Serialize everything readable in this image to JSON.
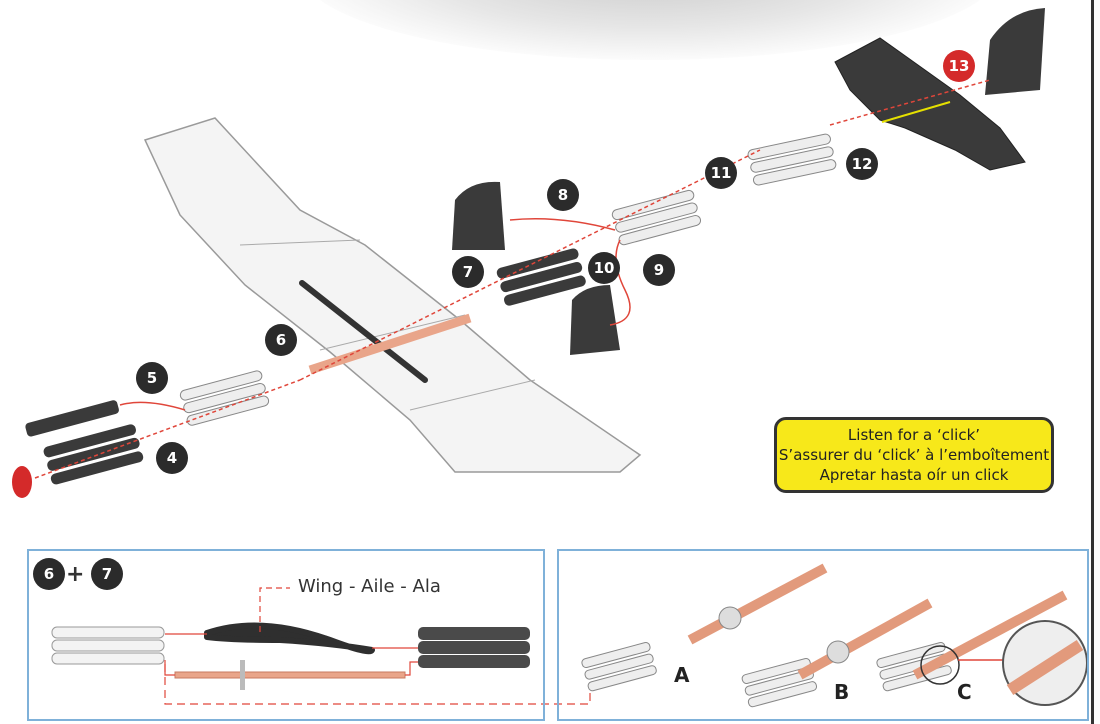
{
  "steps": {
    "s4": "4",
    "s5": "5",
    "s6": "6",
    "s7": "7",
    "s8": "8",
    "s9": "9",
    "s10": "10",
    "s11": "11",
    "s12": "12",
    "s13": "13"
  },
  "callout": {
    "line1": "Listen for a ‘click’",
    "line2": "S’assurer du ‘click’ à l’emboîtement",
    "line3": "Apretar hasta oír un click"
  },
  "detail_left": {
    "badge_a": "6",
    "plus": "+",
    "badge_b": "7",
    "wing_label": "Wing - Aile - Ala"
  },
  "detail_right": {
    "labels": [
      "A",
      "B",
      "C"
    ]
  },
  "colors": {
    "badge": "#2b2b2b",
    "badge_highlight": "#d42a2a",
    "callout_bg": "#f7e81a",
    "panel_border": "#7fb1d9",
    "arrow": "#e0463a",
    "rod": "#e9a58a"
  }
}
